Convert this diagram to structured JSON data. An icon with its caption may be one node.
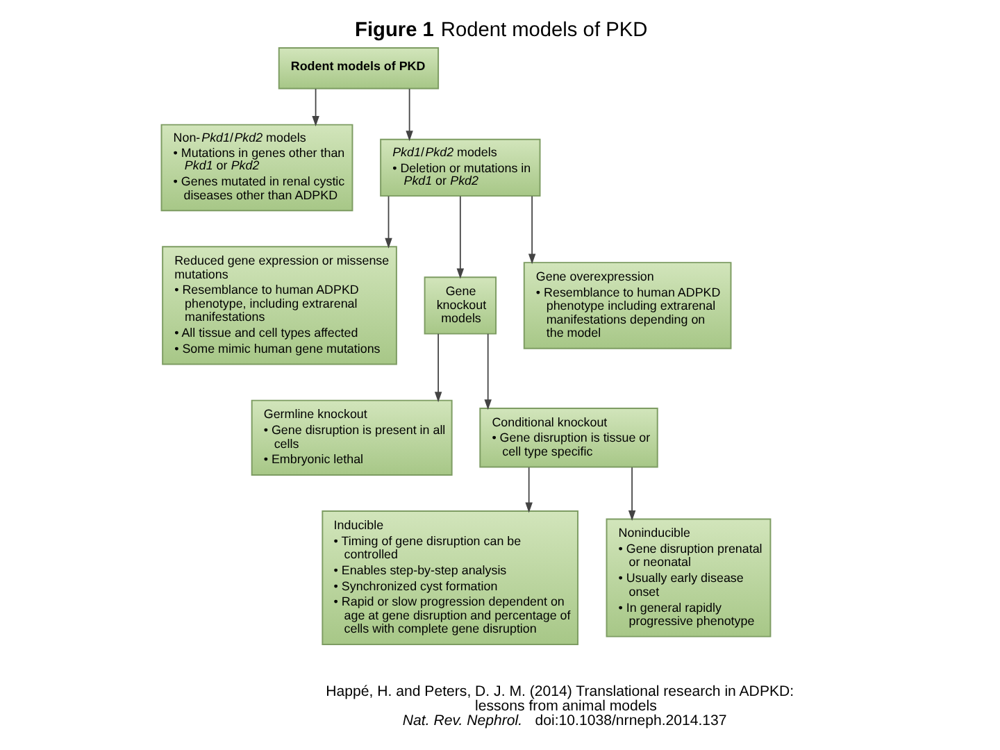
{
  "diagram": {
    "title": "**Figure 1** Rodent models of PKD",
    "caption": "Happé, H. and Peters, D. J. M. (2014) Translational research in ADPKD: lessons from animal models *Nat. Rev. Nephrol.* doi:10.1038/nrneph.2014.137",
    "nodes": [
      {
        "text": [
          "Rodent models of PKD"
        ]
      },
      {
        "text": [
          "Non-*Pkd1*/*Pkd2* models",
          "• Mutations in genes other than *Pkd1* or *Pkd2*",
          "• Genes mutated in renal cystic diseases other than ADPKD"
        ]
      },
      {
        "text": [
          "*Pkd1*/*Pkd2* models",
          "• Deletion or mutations in *Pkd1* or *Pkd2*"
        ]
      },
      {
        "text": [
          "Reduced gene expression or missense mutations",
          "• Resemblance to human ADPKD phenotype, including extrarenal manifestations",
          "• All tissue and cell types affected",
          "• Some mimic human gene mutations"
        ]
      },
      {
        "text": [
          "Gene knockout models"
        ]
      },
      {
        "text": [
          "Gene overexpression",
          "• Resemblance to human ADPKD phenotype including extrarenal manifestations depending on the model"
        ]
      },
      {
        "text": [
          "Germline knockout",
          "• Gene disruption is present in all cells",
          "• Embryonic lethal"
        ]
      },
      {
        "text": [
          "Conditional knockout",
          "• Gene disruption is tissue or cell type specific"
        ]
      },
      {
        "text": [
          "Inducible",
          "• Timing of gene disruption can be controlled",
          "• Enables step-by-step analysis",
          "• Synchronized cyst formation",
          "• Rapid or slow progression dependent on age at gene disruption and percentage of cells with complete gene disruption"
        ]
      },
      {
        "text": [
          "Noninducible",
          "• Gene disruption prenatal or neonatal",
          "• Usually early disease onset",
          "• In general rapidly progressive phenotype"
        ]
      }
    ],
    "edges": [
      {
        "from": 0,
        "to": 1,
        "arrow": "to"
      },
      {
        "from": 0,
        "to": 2,
        "arrow": "to"
      },
      {
        "from": 2,
        "to": 3,
        "arrow": "to"
      },
      {
        "from": 2,
        "to": 4,
        "arrow": "to"
      },
      {
        "from": 2,
        "to": 5,
        "arrow": "to"
      },
      {
        "from": 4,
        "to": 6,
        "arrow": "to"
      },
      {
        "from": 4,
        "to": 7,
        "arrow": "to"
      },
      {
        "from": 7,
        "to": 8,
        "arrow": "to"
      },
      {
        "from": 7,
        "to": 9,
        "arrow": "to"
      }
    ]
  }
}
